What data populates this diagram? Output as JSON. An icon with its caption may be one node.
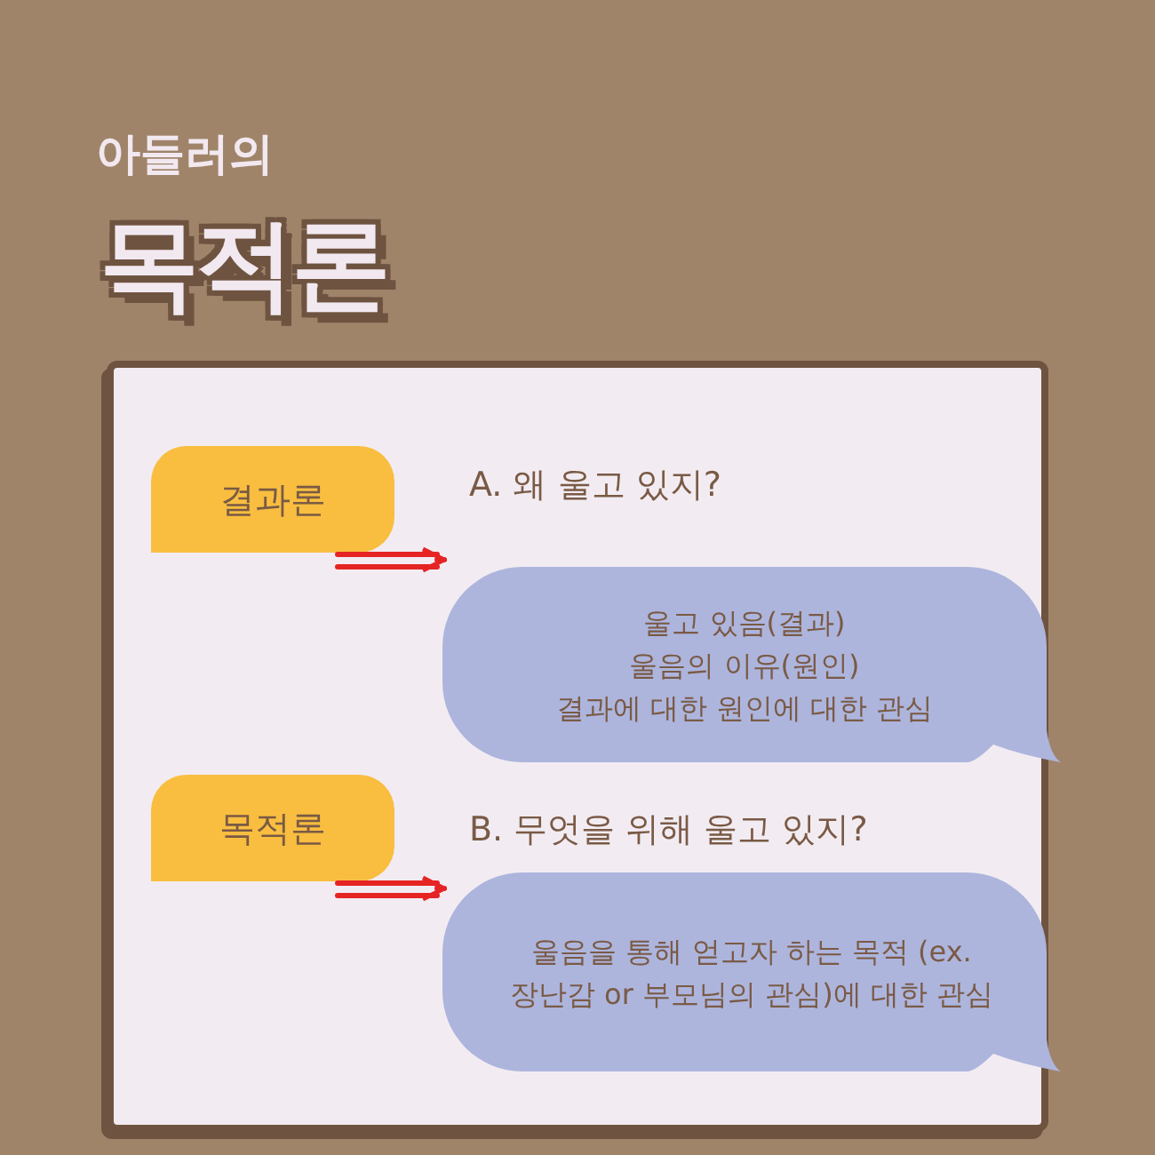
{
  "diagram": {
    "title": "목적론",
    "nodes": [
      {
        "text": [],
        "shape": "box"
      },
      {
        "text": [
          "결과론"
        ],
        "in": 0
      },
      {
        "text": [
          "울고 있음(결과)",
          "울음의 이유(원인)",
          "결과에 대한 원인에 대한 관심"
        ],
        "in": 0
      },
      {
        "text": [
          "목적론"
        ],
        "in": 0
      },
      {
        "text": [
          "울음을 통해 얻고자 하는 목적 (ex. 장난감 or 부모님의 관심)에 대한 관심"
        ],
        "in": 0
      }
    ],
    "edges": [
      {
        "from": 1,
        "to": 2,
        "arrow": "to",
        "color": "#e62424"
      },
      {
        "from": 3,
        "to": 4,
        "arrow": "to",
        "color": "#e62424"
      }
    ],
    "labels": [
      "아들러의",
      "A. 왜 울고 있지?",
      "B. 무엇을 위해 울고 있지?"
    ]
  }
}
